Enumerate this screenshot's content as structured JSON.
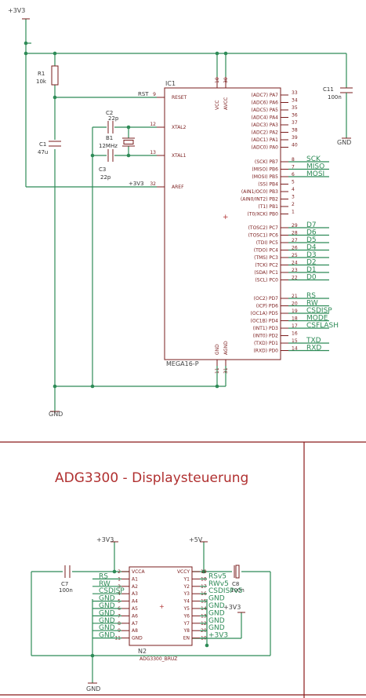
{
  "supply": {
    "v3v3_top": "+3V3",
    "v3v3_n2": "+3V3",
    "v5_n2": "+5V",
    "v3v3_right": "+3V3"
  },
  "ground": {
    "gnd_top": "GND",
    "gnd_right": "GND",
    "gnd_bottom": "GND"
  },
  "ic1": {
    "name": "IC1",
    "value": "MEGA16-P",
    "left_pins": [
      {
        "num": "9",
        "label": "RESET"
      },
      {
        "num": "12",
        "label": "XTAL2"
      },
      {
        "num": "13",
        "label": "XTAL1"
      },
      {
        "num": "32",
        "label": "AREF"
      }
    ],
    "top_pins": [
      {
        "num": "10",
        "label": "VCC"
      },
      {
        "num": "30",
        "label": "AVCC"
      }
    ],
    "bottom_pins": [
      {
        "num": "11",
        "label": "GND"
      },
      {
        "num": "31",
        "label": "AGND"
      }
    ],
    "port_a": [
      {
        "num": "33",
        "label": "(ADC7) PA7"
      },
      {
        "num": "34",
        "label": "(ADC6) PA6"
      },
      {
        "num": "35",
        "label": "(ADC5) PA5"
      },
      {
        "num": "36",
        "label": "(ADC4) PA4"
      },
      {
        "num": "37",
        "label": "(ADC3) PA3"
      },
      {
        "num": "38",
        "label": "(ADC2) PA2"
      },
      {
        "num": "39",
        "label": "(ADC1) PA1"
      },
      {
        "num": "40",
        "label": "(ADC0) PA0"
      }
    ],
    "port_b": [
      {
        "num": "8",
        "label": "(SCK) PB7",
        "net": "SCK"
      },
      {
        "num": "7",
        "label": "(MISO) PB6",
        "net": "MISO"
      },
      {
        "num": "6",
        "label": "(MOSI) PB5",
        "net": "MOSI"
      },
      {
        "num": "5",
        "label": "(SS) PB4",
        "net": ""
      },
      {
        "num": "4",
        "label": "(AIN1/OC0) PB3",
        "net": ""
      },
      {
        "num": "3",
        "label": "(AIN0/INT2) PB2",
        "net": ""
      },
      {
        "num": "2",
        "label": "(T1) PB1",
        "net": ""
      },
      {
        "num": "1",
        "label": "(T0/XCK) PB0",
        "net": ""
      }
    ],
    "port_c": [
      {
        "num": "29",
        "label": "(TOSC2) PC7",
        "net": "D7"
      },
      {
        "num": "28",
        "label": "(TOSC1) PC6",
        "net": "D6"
      },
      {
        "num": "27",
        "label": "(TDI) PC5",
        "net": "D5"
      },
      {
        "num": "26",
        "label": "(TDO) PC4",
        "net": "D4"
      },
      {
        "num": "25",
        "label": "(TMS) PC3",
        "net": "D3"
      },
      {
        "num": "24",
        "label": "(TCK) PC2",
        "net": "D2"
      },
      {
        "num": "23",
        "label": "(SDA) PC1",
        "net": "D1"
      },
      {
        "num": "22",
        "label": "(SCL) PC0",
        "net": "D0"
      }
    ],
    "port_d": [
      {
        "num": "21",
        "label": "(OC2) PD7",
        "net": "RS"
      },
      {
        "num": "20",
        "label": "(ICP) PD6",
        "net": "RW"
      },
      {
        "num": "19",
        "label": "(OC1A) PD5",
        "net": "CSDISP"
      },
      {
        "num": "18",
        "label": "(OC1B) PD4",
        "net": "MODE"
      },
      {
        "num": "17",
        "label": "(INT1) PD3",
        "net": "CSFLASH"
      },
      {
        "num": "16",
        "label": "(INT0) PD2",
        "net": ""
      },
      {
        "num": "15",
        "label": "(TXD) PD1",
        "net": "TXD"
      },
      {
        "num": "14",
        "label": "(RXD) PD0",
        "net": "RXD"
      }
    ]
  },
  "nets": {
    "rst": "RST",
    "v3v3_aref": "+3V3"
  },
  "parts": {
    "r1_name": "R1",
    "r1_value": "10k",
    "c1_name": "C1",
    "c1_value": "47u",
    "c2_name": "C2",
    "c2_value": "22p",
    "c3_name": "C3",
    "c3_value": "22p",
    "b1_name": "B1",
    "b1_value": "12MHz",
    "c11_name": "C11",
    "c11_value": "100n",
    "c7_name": "C7",
    "c7_value": "100n",
    "c8_name": "C8",
    "c8_value": "100n"
  },
  "section_title": "ADG3300 - Displaysteuerung",
  "n2": {
    "name": "N2",
    "value": "ADG3300_BRUZ",
    "left_pins": [
      {
        "num": "2",
        "label": "VCCA",
        "net": ""
      },
      {
        "num": "1",
        "label": "A1",
        "net": "RS"
      },
      {
        "num": "3",
        "label": "A2",
        "net": "RW"
      },
      {
        "num": "4",
        "label": "A3",
        "net": "CSDISP"
      },
      {
        "num": "5",
        "label": "A4",
        "net": "GND"
      },
      {
        "num": "6",
        "label": "A5",
        "net": "GND"
      },
      {
        "num": "7",
        "label": "A6",
        "net": "GND"
      },
      {
        "num": "8",
        "label": "A7",
        "net": "GND"
      },
      {
        "num": "9",
        "label": "A8",
        "net": "GND"
      },
      {
        "num": "11",
        "label": "GND",
        "net": "GND"
      }
    ],
    "right_pins": [
      {
        "num": "19",
        "label": "VCCY",
        "net": ""
      },
      {
        "num": "18",
        "label": "Y1",
        "net": "RSv5"
      },
      {
        "num": "17",
        "label": "Y2",
        "net": "RWv5"
      },
      {
        "num": "16",
        "label": "Y3",
        "net": "CSDISPv5"
      },
      {
        "num": "15",
        "label": "Y4",
        "net": "GND"
      },
      {
        "num": "14",
        "label": "Y5",
        "net": "GND"
      },
      {
        "num": "13",
        "label": "Y6",
        "net": "GND"
      },
      {
        "num": "12",
        "label": "Y7",
        "net": "GND"
      },
      {
        "num": "20",
        "label": "Y8",
        "net": "GND"
      },
      {
        "num": "10",
        "label": "EN",
        "net": "+3V3"
      }
    ]
  }
}
